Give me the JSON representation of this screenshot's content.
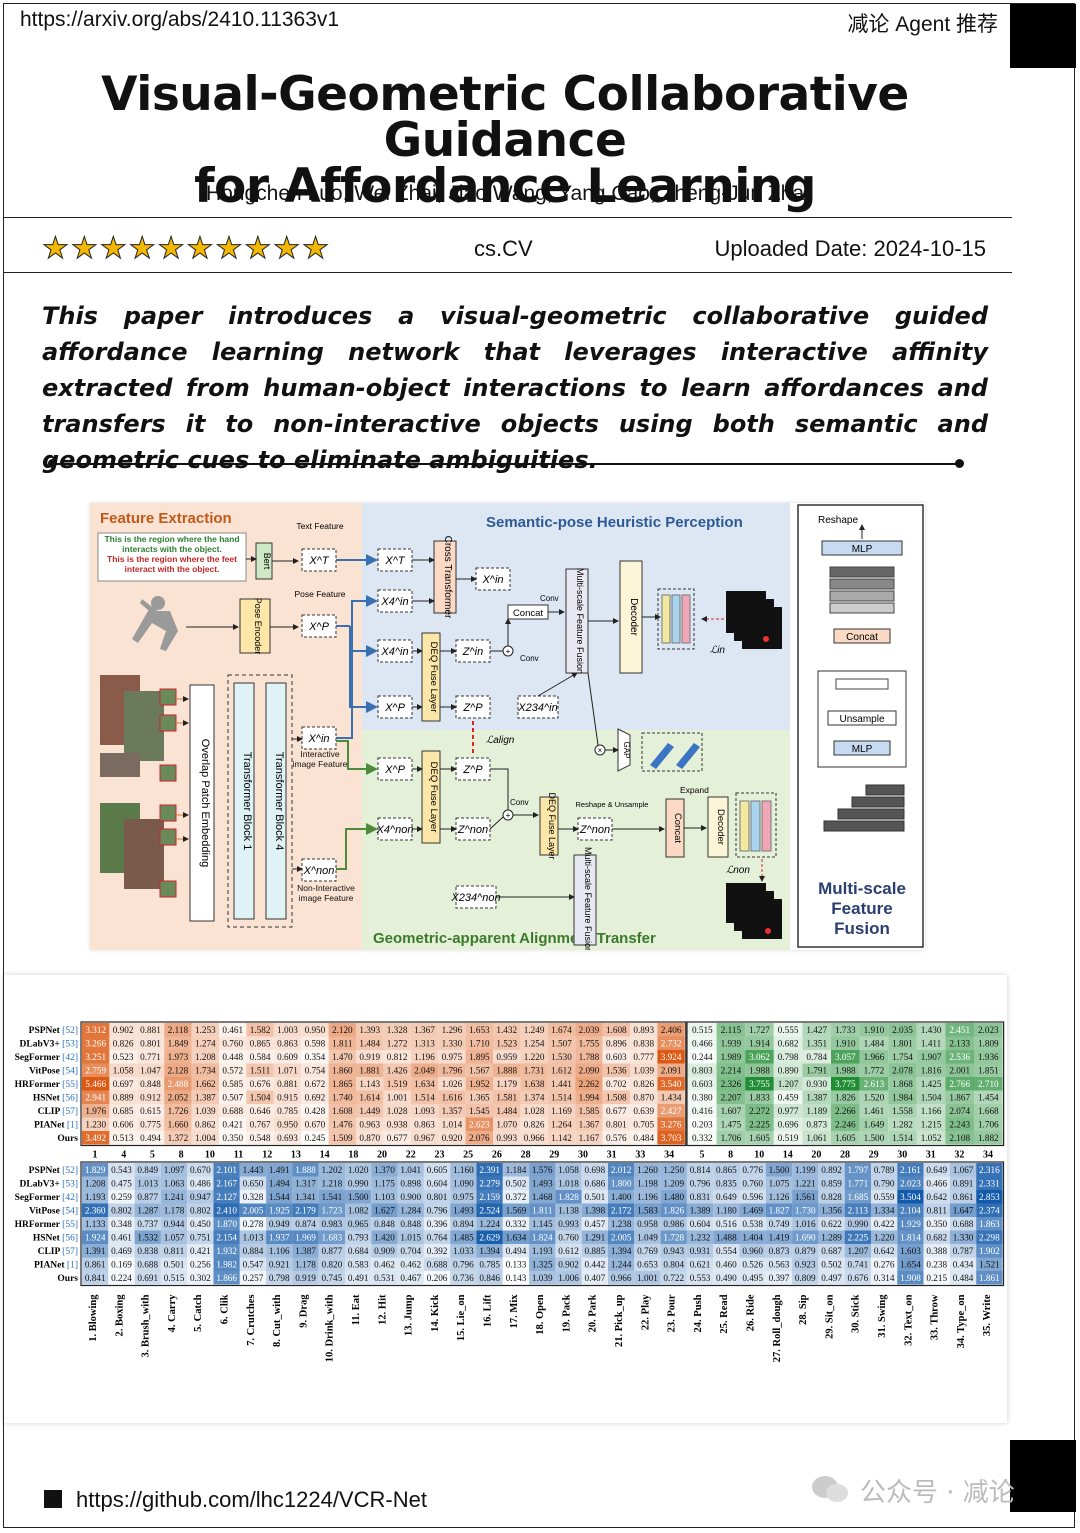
{
  "header": {
    "url": "https://arxiv.org/abs/2410.11363v1",
    "brand": "减论 Agent 推荐"
  },
  "paper": {
    "title_line1": "Visual-Geometric Collaborative Guidance",
    "title_line2": "for Affordance Learning",
    "authors": "Hongchen Luo, Wei Zhai, Jiao Wang, Yang Cao, Zheng-Jun Zha",
    "rating_stars": 10,
    "category": "cs.CV",
    "uploaded": "Uploaded Date: 2024-10-15",
    "abstract": "This paper introduces a visual-geometric collaborative guided affordance learning network that leverages interactive affinity extracted from human-object interactions to learn affordances and transfers it to non-interactive objects using both semantic and geometric cues to eliminate ambiguities."
  },
  "figure1": {
    "sec_feature": "Feature Extraction",
    "sec_semantic": "Semantic-pose Heuristic Perception",
    "sec_geometric": "Geometric-apparent Alignment Transfer",
    "sec_multiscale": "Multi-scale Feature Fusion",
    "prompt_hand": "This is the region where the hand interacts with the object.",
    "prompt_feet": "This is the region where the feet interact with the object.",
    "bert": "Bert",
    "pose_encoder": "Pose Encoder",
    "text_feature": "Text Feature",
    "pose_feature": "Pose Feature",
    "interactive_feature": "Interactive image Feature",
    "noninteractive_feature": "Non-Interactive image Feature",
    "overlap": "Overlap Patch Embedding",
    "tblock1": "Transformer Block 1",
    "tblock4": "Transformer Block 4",
    "cross": "Cross Transformer",
    "concat": "Concat",
    "conv": "Conv",
    "deq": "DEQ Fuse Layer",
    "msff": "Multi-scale Feature Fusion",
    "decoder": "Decoder",
    "gap": "GAP",
    "expand": "Expand",
    "reshape_unsample": "Reshape & Unsample",
    "reshape": "Reshape",
    "mlp": "MLP",
    "unsample": "Unsample",
    "loss_in": "ℒin",
    "loss_align": "ℒalign",
    "loss_non": "ℒnon"
  },
  "figure2": {
    "methods": [
      "PSPNet [52]",
      "DLabV3+ [53]",
      "SegFormer [42]",
      "VitPose [54]",
      "HRFormer [55]",
      "HSNet [56]",
      "CLIP [57]",
      "PIANet [1]",
      "Ours"
    ],
    "top_left": [
      [
        "3.312",
        "0.902",
        "0.881",
        "2.118",
        "1.253",
        "0.461",
        "1.582",
        "1.003",
        "0.950",
        "2.120",
        "1.393",
        "1.328",
        "1.367",
        "1.296",
        "1.653",
        "1.432",
        "1.249",
        "1.674",
        "2.039",
        "1.608",
        "0.893",
        "2.406"
      ],
      [
        "3.266",
        "0.826",
        "0.801",
        "1.849",
        "1.274",
        "0.760",
        "0.865",
        "0.863",
        "0.598",
        "1.811",
        "1.484",
        "1.272",
        "1.313",
        "1.330",
        "1.710",
        "1.523",
        "1.254",
        "1.507",
        "1.755",
        "0.896",
        "0.838",
        "2.732"
      ],
      [
        "3.251",
        "0.523",
        "0.771",
        "1.973",
        "1.208",
        "0.448",
        "0.584",
        "0.609",
        "0.354",
        "1.470",
        "0.919",
        "0.812",
        "1.196",
        "0.975",
        "1.895",
        "0.959",
        "1.220",
        "1.530",
        "1.788",
        "0.603",
        "0.777",
        "3.924"
      ],
      [
        "2.759",
        "1.058",
        "1.047",
        "2.128",
        "1.734",
        "0.572",
        "1.511",
        "1.071",
        "0.754",
        "1.860",
        "1.881",
        "1.426",
        "2.049",
        "1.796",
        "1.567",
        "1.888",
        "1.731",
        "1.612",
        "2.090",
        "1.536",
        "1.039",
        "2.091"
      ],
      [
        "5.466",
        "0.697",
        "0.848",
        "2.488",
        "1.662",
        "0.585",
        "0.676",
        "0.881",
        "0.672",
        "1.865",
        "1.143",
        "1.519",
        "1.634",
        "1.026",
        "1.952",
        "1.179",
        "1.638",
        "1.441",
        "2.262",
        "0.702",
        "0.826",
        "3.540"
      ],
      [
        "2.941",
        "0.889",
        "0.912",
        "2.052",
        "1.387",
        "0.507",
        "1.504",
        "0.915",
        "0.692",
        "1.740",
        "1.614",
        "1.001",
        "1.514",
        "1.616",
        "1.365",
        "1.581",
        "1.374",
        "1.514",
        "1.994",
        "1.508",
        "0.870",
        "1.434"
      ],
      [
        "1.976",
        "0.685",
        "0.615",
        "1.726",
        "1.039",
        "0.688",
        "0.646",
        "0.785",
        "0.428",
        "1.608",
        "1.449",
        "1.028",
        "1.093",
        "1.357",
        "1.545",
        "1.484",
        "1.028",
        "1.169",
        "1.585",
        "0.677",
        "0.639",
        "2.427"
      ],
      [
        "1.230",
        "0.606",
        "0.775",
        "1.660",
        "0.862",
        "0.421",
        "0.767",
        "0.950",
        "0.670",
        "1.476",
        "0.963",
        "0.938",
        "0.863",
        "1.014",
        "2.623",
        "1.070",
        "0.826",
        "1.264",
        "1.367",
        "0.801",
        "0.705",
        "3.276"
      ],
      [
        "3.492",
        "0.513",
        "0.494",
        "1.372",
        "1.004",
        "0.350",
        "0.548",
        "0.693",
        "0.245",
        "1.509",
        "0.870",
        "0.677",
        "0.967",
        "0.920",
        "2.076",
        "0.993",
        "0.966",
        "1.142",
        "1.167",
        "0.576",
        "0.484",
        "3.703"
      ]
    ],
    "top_right": [
      [
        "0.515",
        "2.115",
        "1.727",
        "0.555",
        "1.427",
        "1.733",
        "1.910",
        "2.035",
        "1.430",
        "2.451",
        "2.023"
      ],
      [
        "0.466",
        "1.939",
        "1.914",
        "0.682",
        "1.351",
        "1.910",
        "1.484",
        "1.801",
        "1.411",
        "2.133",
        "1.809"
      ],
      [
        "0.244",
        "1.989",
        "3.062",
        "0.798",
        "0.784",
        "3.057",
        "1.966",
        "1.754",
        "1.907",
        "2.536",
        "1.936"
      ],
      [
        "0.803",
        "2.214",
        "1.988",
        "0.890",
        "1.791",
        "1.988",
        "1.772",
        "2.078",
        "1.816",
        "2.001",
        "1.851"
      ],
      [
        "0.603",
        "2.326",
        "3.755",
        "1.207",
        "0.930",
        "3.775",
        "2.613",
        "1.868",
        "1.425",
        "2.766",
        "2.710"
      ],
      [
        "0.380",
        "2.207",
        "1.833",
        "0.459",
        "1.387",
        "1.826",
        "1.520",
        "1.984",
        "1.504",
        "1.867",
        "1.454"
      ],
      [
        "0.416",
        "1.607",
        "2.272",
        "0.977",
        "1.189",
        "2.266",
        "1.461",
        "1.558",
        "1.166",
        "2.074",
        "1.668"
      ],
      [
        "0.203",
        "1.475",
        "2.225",
        "0.696",
        "0.873",
        "2.246",
        "1.649",
        "1.282",
        "1.215",
        "2.243",
        "1.706"
      ],
      [
        "0.332",
        "1.706",
        "1.605",
        "0.519",
        "1.061",
        "1.605",
        "1.500",
        "1.514",
        "1.052",
        "2.108",
        "1.882"
      ]
    ],
    "top_left_cols": [
      "1",
      "4",
      "5",
      "8",
      "10",
      "11",
      "12",
      "13",
      "14",
      "18",
      "20",
      "22",
      "23",
      "25",
      "26",
      "28",
      "29",
      "30",
      "31",
      "33",
      "34"
    ],
    "top_right_cols": [
      "5",
      "8",
      "10",
      "14",
      "20",
      "28",
      "29",
      "30",
      "31",
      "32",
      "34"
    ],
    "bottom": [
      [
        "1.829",
        "0.543",
        "0.849",
        "1.097",
        "0.670",
        "2.101",
        "1.443",
        "1.491",
        "1.888",
        "1.202",
        "1.020",
        "1.370",
        "1.041",
        "0.605",
        "1.160",
        "2.391",
        "1.184",
        "1.576",
        "1.058",
        "0.698",
        "2.012",
        "1.260",
        "1.250",
        "0.814",
        "0.865",
        "0.776",
        "1.500",
        "1.199",
        "0.892",
        "1.797",
        "0.789",
        "2.161",
        "0.649",
        "1.067",
        "2.316"
      ],
      [
        "1.208",
        "0.475",
        "1.013",
        "1.063",
        "0.486",
        "2.167",
        "0.650",
        "1.494",
        "1.317",
        "1.218",
        "0.990",
        "1.175",
        "0.898",
        "0.604",
        "1.090",
        "2.279",
        "0.502",
        "1.493",
        "1.018",
        "0.686",
        "1.800",
        "1.198",
        "1.209",
        "0.796",
        "0.835",
        "0.760",
        "1.075",
        "1.221",
        "0.859",
        "1.771",
        "0.790",
        "2.023",
        "0.466",
        "0.891",
        "2.331"
      ],
      [
        "1.193",
        "0.259",
        "0.877",
        "1.241",
        "0.947",
        "2.127",
        "0.328",
        "1.544",
        "1.341",
        "1.541",
        "1.500",
        "1.103",
        "0.900",
        "0.801",
        "0.975",
        "2.159",
        "0.372",
        "1.468",
        "1.828",
        "0.501",
        "1.400",
        "1.196",
        "1.480",
        "0.831",
        "0.649",
        "0.596",
        "1.126",
        "1.561",
        "0.828",
        "1.685",
        "0.559",
        "3.504",
        "0.642",
        "0.861",
        "2.853"
      ],
      [
        "2.360",
        "0.802",
        "1.287",
        "1.178",
        "0.802",
        "2.410",
        "2.005",
        "1.925",
        "2.179",
        "1.723",
        "1.082",
        "1.627",
        "1.284",
        "0.796",
        "1.493",
        "2.524",
        "1.569",
        "1.811",
        "1.138",
        "1.398",
        "2.172",
        "1.583",
        "1.826",
        "1.389",
        "1.180",
        "1.469",
        "1.827",
        "1.730",
        "1.356",
        "2.113",
        "1.334",
        "2.104",
        "0.811",
        "1.647",
        "2.374"
      ],
      [
        "1.133",
        "0.348",
        "0.737",
        "0.944",
        "0.450",
        "1.870",
        "0.278",
        "0.949",
        "0.874",
        "0.983",
        "0.965",
        "0.848",
        "0.848",
        "0.396",
        "0.894",
        "1.224",
        "0.332",
        "1.145",
        "0.993",
        "0.457",
        "1.238",
        "0.958",
        "0.986",
        "0.604",
        "0.516",
        "0.538",
        "0.749",
        "1.016",
        "0.622",
        "0.990",
        "0.422",
        "1.929",
        "0.350",
        "0.688",
        "1.863"
      ],
      [
        "1.924",
        "0.461",
        "1.532",
        "1.057",
        "0.751",
        "2.154",
        "1.013",
        "1.937",
        "1.969",
        "1.683",
        "0.793",
        "1.420",
        "1.015",
        "0.764",
        "1.485",
        "2.629",
        "1.634",
        "1.824",
        "0.760",
        "1.291",
        "2.005",
        "1.049",
        "1.728",
        "1.232",
        "1.488",
        "1.404",
        "1.419",
        "1.690",
        "1.289",
        "2.225",
        "1.220",
        "1.814",
        "0.682",
        "1.330",
        "2.298"
      ],
      [
        "1.391",
        "0.469",
        "0.838",
        "0.811",
        "0.421",
        "1.932",
        "0.884",
        "1.106",
        "1.387",
        "0.877",
        "0.684",
        "0.909",
        "0.704",
        "0.392",
        "1.033",
        "1.394",
        "0.494",
        "1.193",
        "0.612",
        "0.885",
        "1.394",
        "0.769",
        "0.943",
        "0.931",
        "0.554",
        "0.960",
        "0.873",
        "0.879",
        "0.687",
        "1.207",
        "0.642",
        "1.603",
        "0.388",
        "0.787",
        "1.902"
      ],
      [
        "0.861",
        "0.169",
        "0.688",
        "0.501",
        "0.256",
        "1.982",
        "0.547",
        "0.921",
        "1.178",
        "0.820",
        "0.583",
        "0.462",
        "0.462",
        "0.688",
        "0.796",
        "0.785",
        "0.133",
        "1.325",
        "0.902",
        "0.442",
        "1.244",
        "0.653",
        "0.804",
        "0.621",
        "0.460",
        "0.526",
        "0.563",
        "0.923",
        "0.502",
        "0.741",
        "0.276",
        "1.654",
        "0.238",
        "0.434",
        "1.521"
      ],
      [
        "0.841",
        "0.224",
        "0.691",
        "0.515",
        "0.302",
        "1.866",
        "0.257",
        "0.798",
        "0.919",
        "0.745",
        "0.491",
        "0.531",
        "0.467",
        "0.206",
        "0.736",
        "0.846",
        "0.143",
        "1.039",
        "1.006",
        "0.407",
        "0.966",
        "1.001",
        "0.722",
        "0.553",
        "0.490",
        "0.495",
        "0.397",
        "0.809",
        "0.497",
        "0.676",
        "0.314",
        "1.908",
        "0.215",
        "0.484",
        "1.861"
      ]
    ],
    "bottom_cols": [
      "1. Blowing",
      "2. Boxing",
      "3. Brush_with",
      "4. Carry",
      "5. Catch",
      "6. Clik",
      "7. Crutches",
      "8. Cut_with",
      "9. Drag",
      "10. Drink_with",
      "11. Eat",
      "12. Hit",
      "13. Jump",
      "14. Kick",
      "15. Lie_on",
      "16. Lift",
      "17. Mix",
      "18. Open",
      "19. Pack",
      "20. Park",
      "21. Pick_up",
      "22. Play",
      "23. Pour",
      "24. Push",
      "25. Read",
      "26. Ride",
      "27. Roll_dough",
      "28. Sip",
      "29. Sit_on",
      "30. Stick",
      "31. Swing",
      "32. Text_on",
      "33. Throw",
      "34. Type_on",
      "35. Write"
    ]
  },
  "footer": {
    "github": "https://github.com/lhc1224/VCR-Net",
    "watermark": "公众号 · 减论"
  }
}
